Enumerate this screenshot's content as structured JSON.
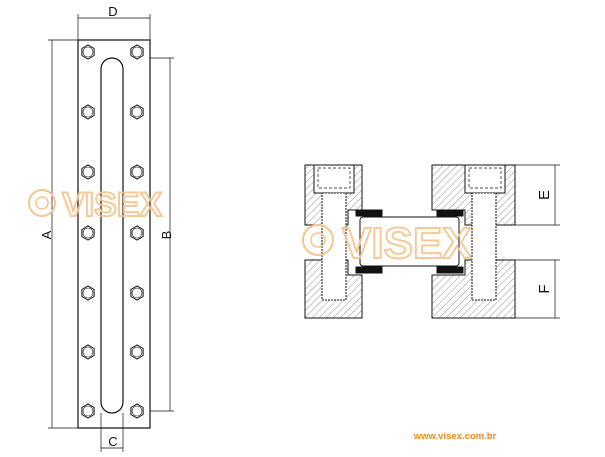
{
  "labels": {
    "A": "A",
    "B": "B",
    "C": "C",
    "D": "D",
    "E": "E",
    "F": "F"
  },
  "watermark": "VISEX",
  "website": "www.visex.com.br",
  "colors": {
    "brand": "#f08a1c",
    "watermark": "#f6c48e",
    "line": "#111111"
  }
}
